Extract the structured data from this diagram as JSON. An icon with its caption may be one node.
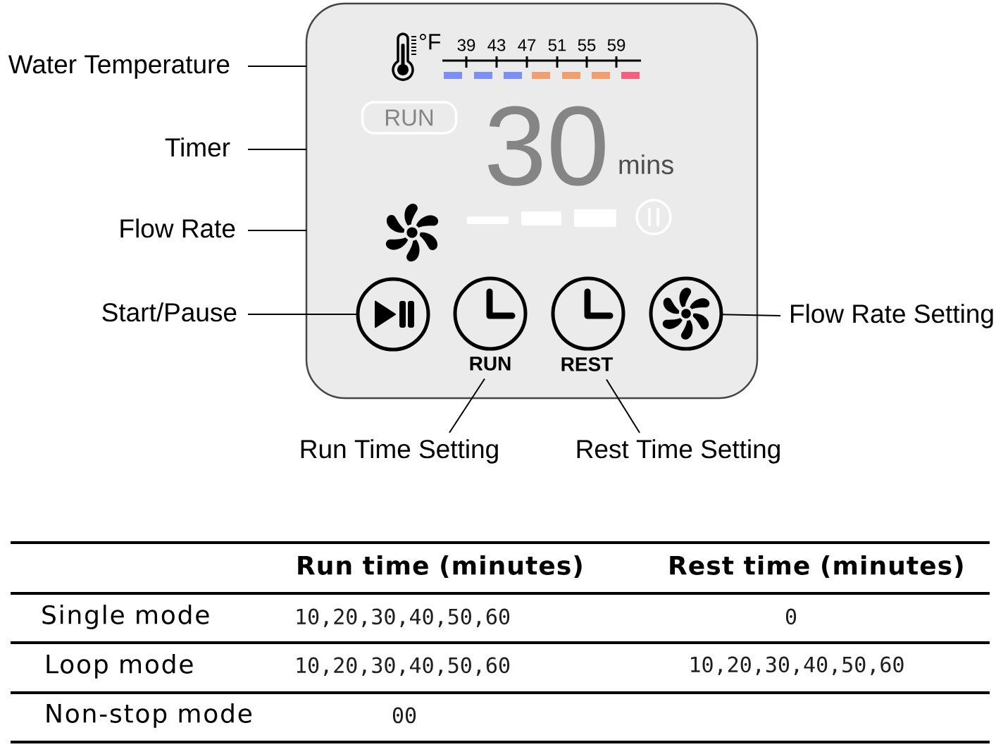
{
  "diagram": {
    "nodes": [
      {
        "text": [],
        "shape": "box"
      },
      {
        "text": [
          "Water Temperature"
        ]
      },
      {
        "text": [
          "RUN"
        ],
        "in": 0
      },
      {
        "text": [
          "Timer"
        ]
      },
      {
        "text": [
          "Flow Rate"
        ]
      },
      {
        "text": [
          "Start/Pause"
        ]
      },
      {
        "text": [],
        "shape": "circle",
        "in": 0
      },
      {
        "text": [
          "RUN"
        ],
        "in": 0
      },
      {
        "text": [
          "REST"
        ],
        "in": 0
      },
      {
        "text": [],
        "shape": "circle",
        "in": 0
      },
      {
        "text": [
          "Flow Rate Setting"
        ]
      },
      {
        "text": [
          "Run Time Setting"
        ]
      },
      {
        "text": [
          "Rest Time Setting"
        ]
      }
    ],
    "edges": [
      {
        "from": 1,
        "to": 0,
        "arrow": "none"
      },
      {
        "from": 3,
        "to": 0,
        "arrow": "none"
      },
      {
        "from": 4,
        "to": 0,
        "arrow": "none"
      },
      {
        "from": 5,
        "to": 6,
        "arrow": "none"
      },
      {
        "from": 10,
        "to": 9,
        "arrow": "none"
      },
      {
        "from": 11,
        "to": 7,
        "arrow": "none"
      },
      {
        "from": 12,
        "to": 8,
        "arrow": "none"
      }
    ],
    "labels": [
      "°F",
      "39",
      "43",
      "47",
      "51",
      "55",
      "59",
      "30",
      "mins",
      "Run time (minutes)",
      "Rest time (minutes)",
      "Single mode",
      "10,20,30,40,50,60",
      "0",
      "Loop mode",
      "10,20,30,40,50,60",
      "10,20,30,40,50,60",
      "Non-stop mode",
      "00"
    ]
  }
}
